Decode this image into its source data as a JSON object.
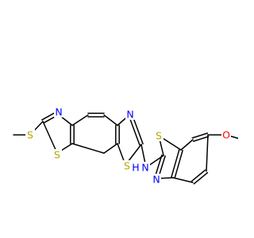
{
  "diagram": {
    "type": "chemical-structure",
    "colors": {
      "bond": "#000000",
      "carbon": "#000000",
      "nitrogen": "#0000ff",
      "sulfur": "#b8a400",
      "oxygen": "#ff0000",
      "background": "#ffffff"
    },
    "atoms": [
      {
        "id": "S_thioether",
        "label": "S",
        "element": "sulfur"
      },
      {
        "id": "N_upper_thiazole",
        "label": "N",
        "element": "nitrogen"
      },
      {
        "id": "S_upper_thiazole",
        "label": "S",
        "element": "sulfur"
      },
      {
        "id": "N_lower_thiazole",
        "label": "N",
        "element": "nitrogen"
      },
      {
        "id": "S_lower_thiazole",
        "label": "S",
        "element": "sulfur"
      },
      {
        "id": "N_amine",
        "label": "N",
        "element": "nitrogen"
      },
      {
        "id": "H_amine",
        "label": "H",
        "element": "nitrogen"
      },
      {
        "id": "S_benzothiazole",
        "label": "S",
        "element": "sulfur"
      },
      {
        "id": "N_benzothiazole",
        "label": "N",
        "element": "nitrogen"
      },
      {
        "id": "O_methoxy",
        "label": "O",
        "element": "oxygen"
      }
    ]
  }
}
